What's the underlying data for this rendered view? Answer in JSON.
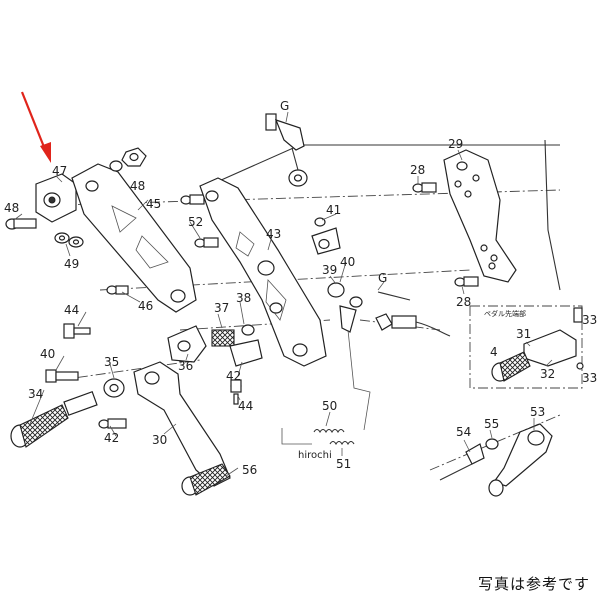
{
  "labels": {
    "p47": "47",
    "p48a": "48",
    "p48b": "48",
    "p49": "49",
    "p45": "45",
    "p52": "52",
    "p46": "46",
    "p44a": "44",
    "p44b": "44",
    "p40a": "40",
    "p40b": "40",
    "p35": "35",
    "p34": "34",
    "p42a": "42",
    "p42b": "42",
    "p30": "30",
    "p56": "56",
    "p36": "36",
    "p37": "37",
    "p38": "38",
    "p43": "43",
    "p41": "41",
    "p39": "39",
    "p28a": "28",
    "p28b": "28",
    "p29": "29",
    "p50": "50",
    "p51": "51",
    "p53": "53",
    "p54": "54",
    "p55": "55",
    "p31": "31",
    "p4": "4",
    "p32": "32",
    "p33a": "33",
    "p33b": "33",
    "gA": "G",
    "gB": "G"
  },
  "inset_title": "ペダル先端部",
  "watermark": "hirochi",
  "caption": "写真は参考です",
  "colors": {
    "arrow": "#e0241b",
    "line": "#333333"
  }
}
